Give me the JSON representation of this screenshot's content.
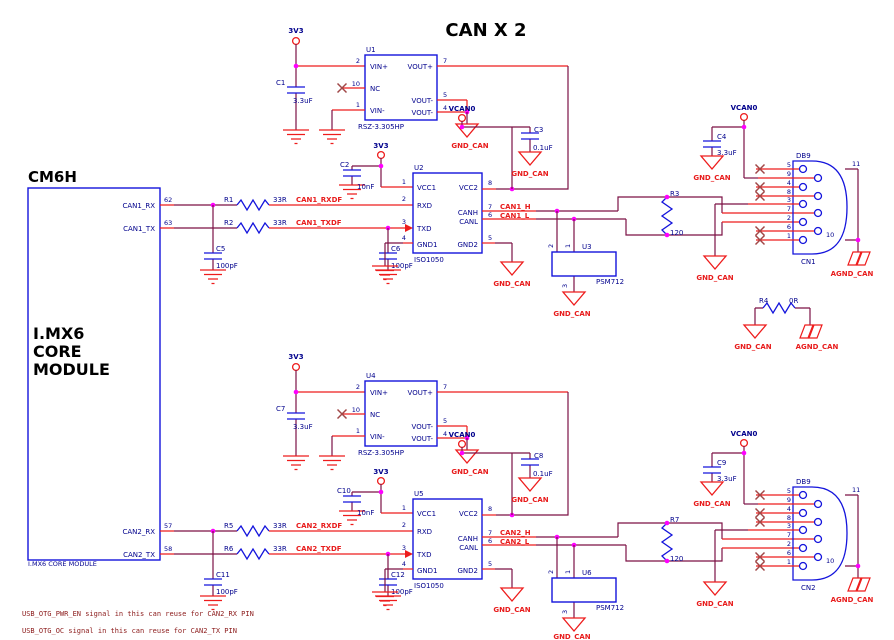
{
  "title": "CAN X 2",
  "module": {
    "heading": "CM6H",
    "name_lines": [
      "I.MX6",
      "CORE",
      "MODULE"
    ],
    "footer": "I.MX6 CORE MODULE"
  },
  "power_labels": {
    "v33": "3V3",
    "vcan": "VCAN0",
    "gnd": "GND_CAN",
    "agnd": "AGND_CAN"
  },
  "channels": [
    {
      "mod_rx": {
        "label": "CAN1_RX",
        "num": "62"
      },
      "mod_tx": {
        "label": "CAN1_TX",
        "num": "63"
      },
      "dcdc": {
        "ref": "U1",
        "part": "RSZ-3.305HP",
        "pin_names": {
          "vinp": "VIN+",
          "nc": "NC",
          "vinm": "VIN-",
          "voutp": "VOUT+",
          "voutm_a": "VOUT-",
          "voutm_b": "VOUT-"
        },
        "pin_nums": {
          "vinp": "2",
          "nc": "10",
          "vinm": "1",
          "voutp": "7",
          "voutm_a": "5",
          "voutm_b": "4"
        }
      },
      "c_in": {
        "ref": "C1",
        "value": "3.3uF"
      },
      "c_logic": {
        "ref": "C2",
        "value": "10nF"
      },
      "xcvr": {
        "ref": "U2",
        "part": "ISO1050",
        "pin_names": {
          "vcc1": "VCC1",
          "rxd": "RXD",
          "txd": "TXD",
          "gnd1": "GND1",
          "vcc2": "VCC2",
          "canh": "CANH",
          "canl": "CANL",
          "gnd2": "GND2"
        },
        "pin_nums": {
          "vcc1": "1",
          "rxd": "2",
          "txd": "3",
          "gnd1": "4",
          "vcc2": "8",
          "canh": "7",
          "canl": "6",
          "gnd2": "5"
        }
      },
      "r_rx": {
        "ref": "R1",
        "value": "33R"
      },
      "r_tx": {
        "ref": "R2",
        "value": "33R"
      },
      "c_rx": {
        "ref": "C5",
        "value": "100pF"
      },
      "c_tx": {
        "ref": "C6",
        "value": "100pF"
      },
      "c_vcan": {
        "ref": "C3",
        "value": "0.1uF"
      },
      "c_conn": {
        "ref": "C4",
        "value": "3.3uF"
      },
      "tvs": {
        "ref": "U3",
        "part": "PSM712",
        "pin_nums": [
          "2",
          "1",
          "3"
        ]
      },
      "r_term": {
        "ref": "R3",
        "value": "120"
      },
      "conn": {
        "type": "DB9",
        "ref": "CN1",
        "pins_left": [
          "5",
          "9",
          "4",
          "8",
          "3",
          "7",
          "2",
          "6",
          "1"
        ],
        "pins_right": [
          "11",
          "10"
        ]
      },
      "nets": {
        "rxdf": "CAN1_RXDF",
        "txdf": "CAN1_TXDF",
        "h": "CAN1_H",
        "l": "CAN1_L"
      }
    },
    {
      "mod_rx": {
        "label": "CAN2_RX",
        "num": "57"
      },
      "mod_tx": {
        "label": "CAN2_TX",
        "num": "58"
      },
      "dcdc": {
        "ref": "U4",
        "part": "RSZ-3.305HP",
        "pin_names": {
          "vinp": "VIN+",
          "nc": "NC",
          "vinm": "VIN-",
          "voutp": "VOUT+",
          "voutm_a": "VOUT-",
          "voutm_b": "VOUT-"
        },
        "pin_nums": {
          "vinp": "2",
          "nc": "10",
          "vinm": "1",
          "voutp": "7",
          "voutm_a": "5",
          "voutm_b": "4"
        }
      },
      "c_in": {
        "ref": "C7",
        "value": "3.3uF"
      },
      "c_logic": {
        "ref": "C10",
        "value": "10nF"
      },
      "xcvr": {
        "ref": "U5",
        "part": "ISO1050",
        "pin_names": {
          "vcc1": "VCC1",
          "rxd": "RXD",
          "txd": "TXD",
          "gnd1": "GND1",
          "vcc2": "VCC2",
          "canh": "CANH",
          "canl": "CANL",
          "gnd2": "GND2"
        },
        "pin_nums": {
          "vcc1": "1",
          "rxd": "2",
          "txd": "3",
          "gnd1": "4",
          "vcc2": "8",
          "canh": "7",
          "canl": "6",
          "gnd2": "5"
        }
      },
      "r_rx": {
        "ref": "R5",
        "value": "33R"
      },
      "r_tx": {
        "ref": "R6",
        "value": "33R"
      },
      "c_rx": {
        "ref": "C11",
        "value": "100pF"
      },
      "c_tx": {
        "ref": "C12",
        "value": "100pF"
      },
      "c_vcan": {
        "ref": "C8",
        "value": "0.1uF"
      },
      "c_conn": {
        "ref": "C9",
        "value": "3.3uF"
      },
      "tvs": {
        "ref": "U6",
        "part": "PSM712",
        "pin_nums": [
          "2",
          "1",
          "3"
        ]
      },
      "r_term": {
        "ref": "R7",
        "value": "120"
      },
      "conn": {
        "type": "DB9",
        "ref": "CN2",
        "pins_left": [
          "5",
          "9",
          "4",
          "8",
          "3",
          "7",
          "2",
          "6",
          "1"
        ],
        "pins_right": [
          "11",
          "10"
        ]
      },
      "nets": {
        "rxdf": "CAN2_RXDF",
        "txdf": "CAN2_TXDF",
        "h": "CAN2_H",
        "l": "CAN2_L"
      }
    }
  ],
  "jumper": {
    "ref": "R4",
    "value": "0R"
  },
  "notes": [
    "USB_OTG_PWR_EN signal in this can reuse for CAN2_RX PIN",
    "USB_OTG_OC signal in this can reuse for CAN2_TX PIN"
  ]
}
